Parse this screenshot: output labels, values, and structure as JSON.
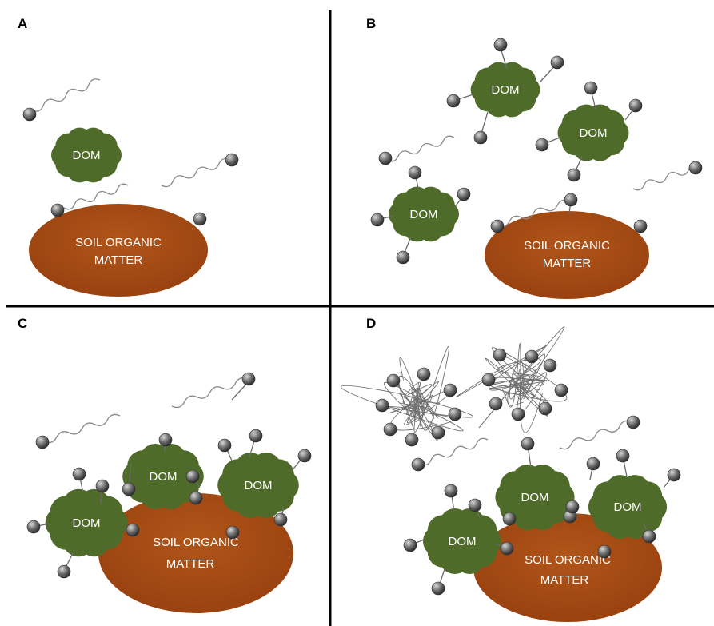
{
  "panels": [
    {
      "id": "A",
      "letter": "A"
    },
    {
      "id": "B",
      "letter": "B"
    },
    {
      "id": "C",
      "letter": "C"
    },
    {
      "id": "D",
      "letter": "D"
    }
  ],
  "labels": {
    "dom": "DOM",
    "som_line1": "SOIL ORGANIC",
    "som_line2": "MATTER"
  },
  "colors": {
    "dom_fill": "#4f6b2a",
    "som_fill": "#a64a10",
    "ball_dark": "#3a3a3a",
    "ball_light": "#bdbdbd",
    "divider": "#000000"
  }
}
